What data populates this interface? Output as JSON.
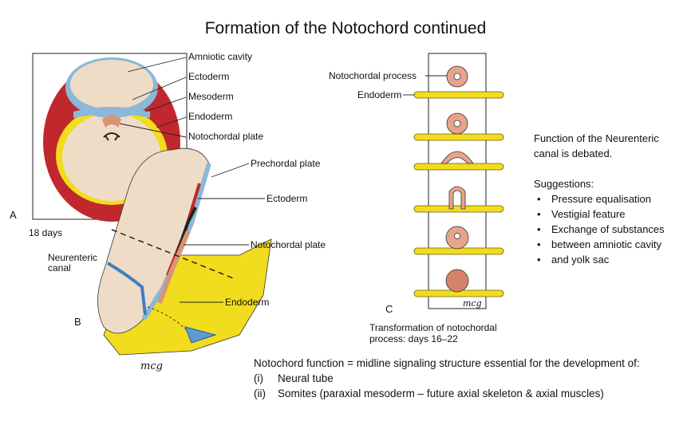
{
  "title": "Formation of the Notochord continued",
  "figure_a": {
    "panel_label": "A",
    "age": "18 days",
    "labels": [
      "Amniotic cavity",
      "Ectoderm",
      "Mesoderm",
      "Endoderm",
      "Notochordal plate"
    ]
  },
  "figure_b": {
    "panel_label": "B",
    "labels": {
      "prechordal": "Prechordal plate",
      "ectoderm": "Ectoderm",
      "notochordal": "Notochordal plate",
      "neurenteric_1": "Neurenteric",
      "neurenteric_2": "canal",
      "endoderm": "Endoderm"
    },
    "signature": "mcg"
  },
  "figure_c": {
    "panel_label": "C",
    "process_label": "Notochordal process",
    "endoderm_label": "Endoderm",
    "caption_1": "Transformation of notochordal",
    "caption_2": "process:  days 16–22",
    "signature": "mcg"
  },
  "side_text": {
    "line1": "Function of the Neurenteric",
    "line2": "canal is debated.",
    "suggestions_title": "Suggestions:",
    "bullets": [
      "Pressure equalisation",
      "Vestigial feature",
      "Exchange of substances",
      "between amniotic cavity",
      "and yolk sac"
    ]
  },
  "footer": {
    "heading": "Notochord function = midline signaling structure essential for the development of:",
    "items": [
      {
        "num": "(i)",
        "text": "Neural tube"
      },
      {
        "num": "(ii)",
        "text": "Somites (paraxial mesoderm – future axial skeleton & axial muscles)"
      }
    ]
  },
  "colors": {
    "ectoderm": "#8ab8d8",
    "mesoderm": "#c0282d",
    "endoderm": "#f2dc1e",
    "notochord": "#d99478",
    "flesh": "#efdcc6"
  }
}
